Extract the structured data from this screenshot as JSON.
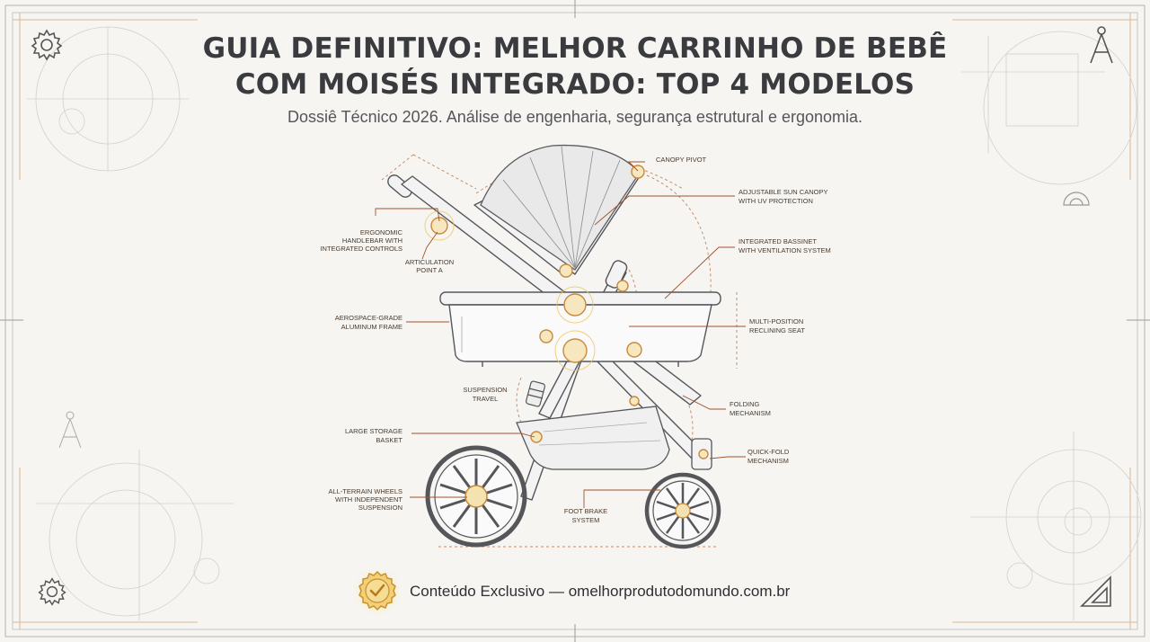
{
  "title": {
    "line1": "GUIA DEFINITIVO: MELHOR CARRINHO DE BEBÊ",
    "line2": "COM MOISÉS INTEGRADO: TOP 4 MODELOS"
  },
  "subtitle": "Dossiê Técnico 2026. Análise de engenharia, segurança estrutural e ergonomia.",
  "callouts": {
    "canopy_pivot": "CANOPY PIVOT",
    "sun_canopy_1": "ADJUSTABLE SUN CANOPY",
    "sun_canopy_2": "WITH UV PROTECTION",
    "bassinet_1": "INTEGRATED BASSINET",
    "bassinet_2": "WITH VENTILATION SYSTEM",
    "handlebar_1": "ERGONOMIC",
    "handlebar_2": "HANDLEBAR WITH",
    "handlebar_3": "INTEGRATED CONTROLS",
    "articulation_1": "ARTICULATION",
    "articulation_2": "POINT A",
    "frame_1": "AEROSPACE-GRADE",
    "frame_2": "ALUMINUM FRAME",
    "reclining_1": "MULTI-POSITION",
    "reclining_2": "RECLINING SEAT",
    "suspension_1": "SUSPENSION",
    "suspension_2": "TRAVEL",
    "folding_1": "FOLDING",
    "folding_2": "MECHANISM",
    "storage_1": "LARGE STORAGE",
    "storage_2": "BASKET",
    "quickfold_1": "QUICK-FOLD",
    "quickfold_2": "MECHANISM",
    "wheels_1": "ALL-TERRAIN WHEELS",
    "wheels_2": "WITH INDEPENDENT",
    "wheels_3": "SUSPENSION",
    "brake_1": "FOOT BRAKE",
    "brake_2": "SYSTEM"
  },
  "footer": {
    "text": "Conteúdo Exclusivo — omelhorprodutodomundo.com.br"
  },
  "icons": [
    "gear-icon",
    "compass-icon",
    "protractor-icon",
    "ruler-triangle-icon",
    "checkmark-seal-icon"
  ],
  "colors": {
    "background": "#f6f5f2",
    "line": "#5a5b5f",
    "accent": "#c8893c",
    "callout_line": "#a0522d",
    "gold": "#e2b04a"
  }
}
